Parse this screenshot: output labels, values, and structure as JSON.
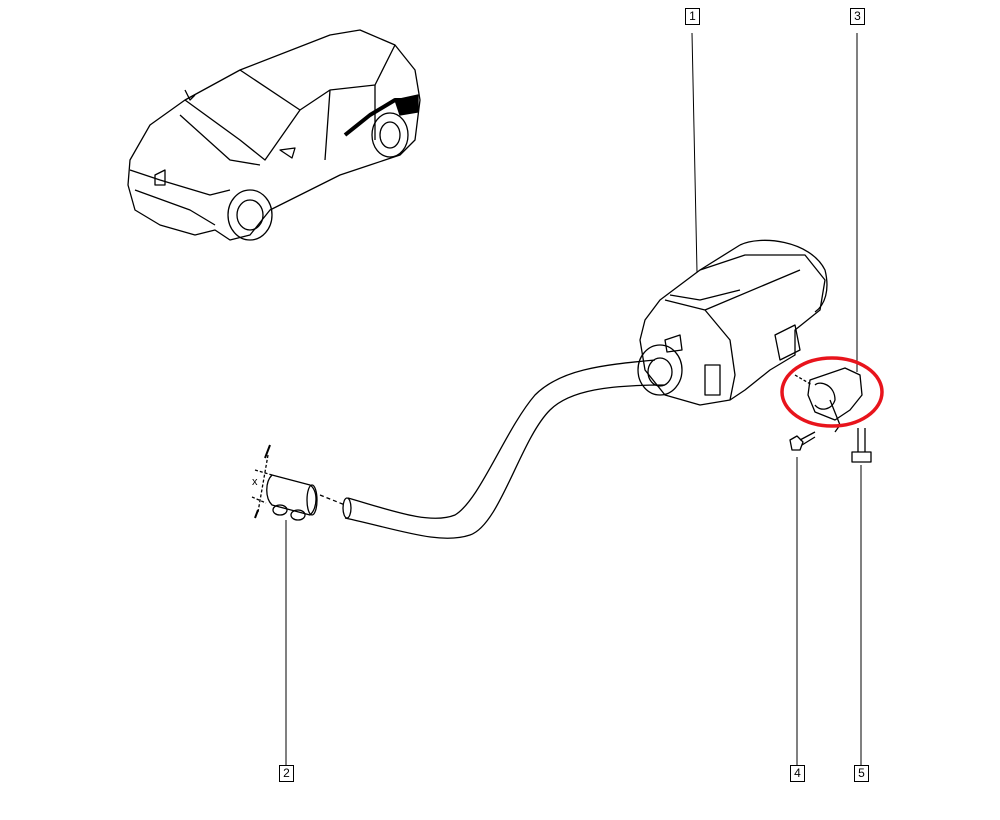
{
  "diagram": {
    "labels": {
      "part1": "1",
      "part2": "2",
      "part3": "3",
      "part4": "4",
      "part5": "5"
    },
    "dimension_mark": "x",
    "highlight_color": "#e8141c"
  }
}
